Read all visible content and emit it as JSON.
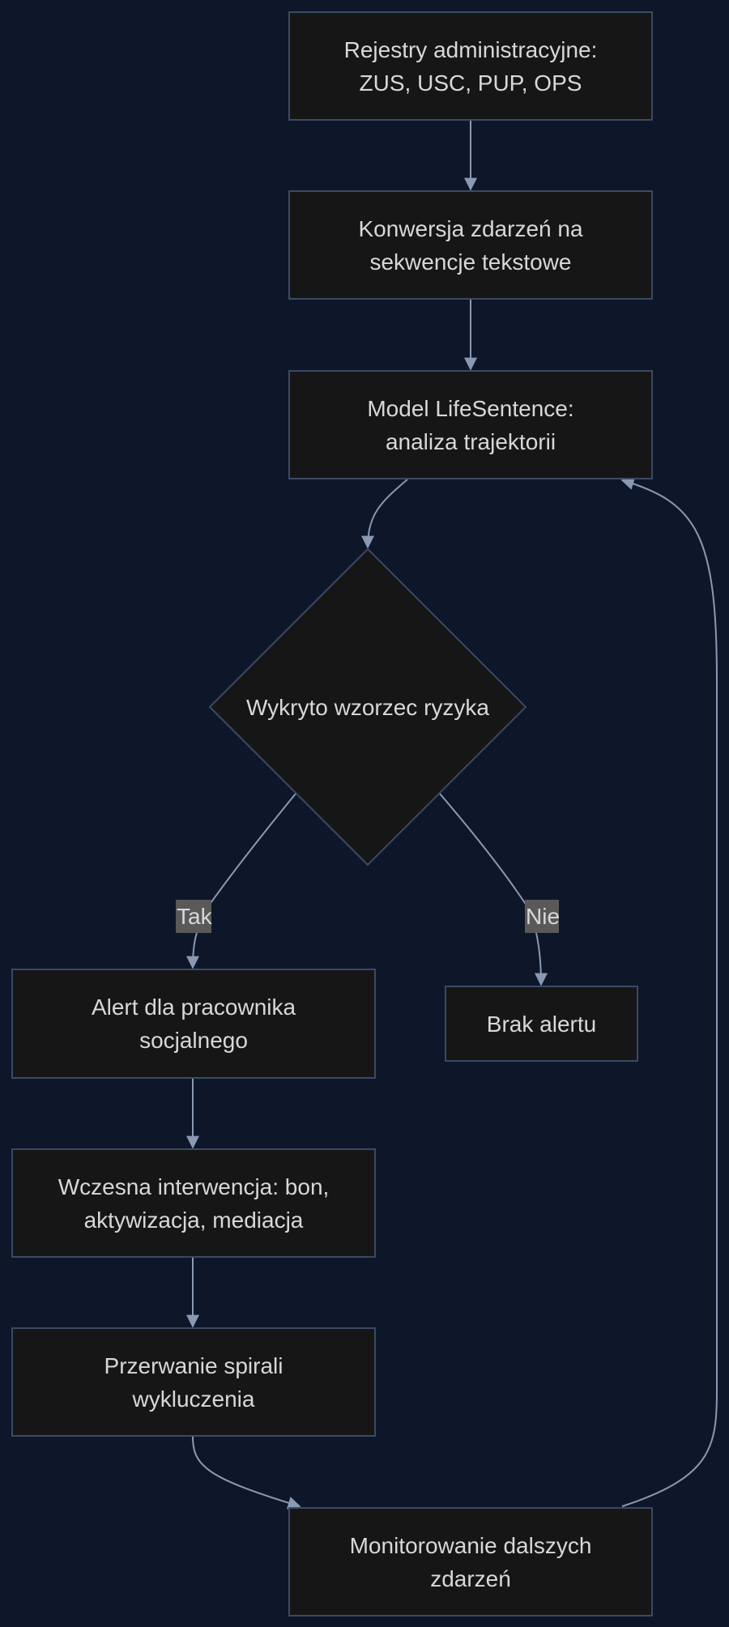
{
  "nodes": {
    "registries": "Rejestry administracyjne:\nZUS, USC, PUP, OPS",
    "conversion": "Konwersja zdarzeń na\nsekwencje tekstowe",
    "model": "Model LifeSentence:\nanaliza trajektorii",
    "decision": "Wykryto wzorzec ryzyka",
    "alert": "Alert dla pracownika\nsocjalnego",
    "no_alert": "Brak alertu",
    "intervention": "Wczesna interwencja: bon,\naktywizacja, mediacja",
    "break_spiral": "Przerwanie spirali\nwykluczenia",
    "monitoring": "Monitorowanie dalszych\nzdarzeń"
  },
  "edge_labels": {
    "yes": "Tak",
    "no": "Nie"
  },
  "colors": {
    "background": "#0e172a",
    "node_fill": "#161616",
    "node_border": "#3b4a63",
    "edge": "#8a99b3",
    "label_bg": "#595959",
    "text": "#d8d8d8"
  }
}
